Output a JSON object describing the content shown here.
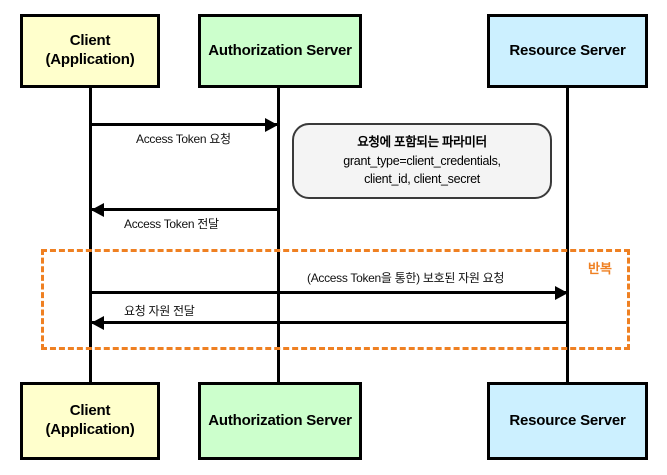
{
  "diagram": {
    "title": "OAuth 2.0 Client Credentials Grant Sequence Diagram",
    "colors": {
      "client_fill": "#ffffcc",
      "auth_fill": "#ccffcc",
      "resource_fill": "#ccf0ff",
      "line": "#000000",
      "loop_accent": "#ef8022",
      "note_fill": "#f4f4f4"
    },
    "actors": [
      {
        "id": "client",
        "label_line1": "Client",
        "label_line2": "(Application)"
      },
      {
        "id": "authorization-server",
        "label_line1": "Authorization Server",
        "label_line2": ""
      },
      {
        "id": "resource-server",
        "label_line1": "Resource Server",
        "label_line2": ""
      }
    ],
    "messages": [
      {
        "id": "access-token-request",
        "label": "Access Token 요청",
        "from": "client",
        "to": "authorization-server",
        "direction": "right"
      },
      {
        "id": "access-token-response",
        "label": "Access Token 전달",
        "from": "authorization-server",
        "to": "client",
        "direction": "left"
      },
      {
        "id": "protected-resource-request",
        "label": "(Access Token을 통한) 보호된 자원 요청",
        "from": "client",
        "to": "resource-server",
        "direction": "right"
      },
      {
        "id": "protected-resource-response",
        "label": "요청 자원 전달",
        "from": "resource-server",
        "to": "client",
        "direction": "left"
      }
    ],
    "note": {
      "title": "요청에 포함되는 파라미터",
      "line2": "grant_type=client_credentials,",
      "line3": "client_id, client_secret"
    },
    "loop": {
      "label": "반복"
    }
  }
}
